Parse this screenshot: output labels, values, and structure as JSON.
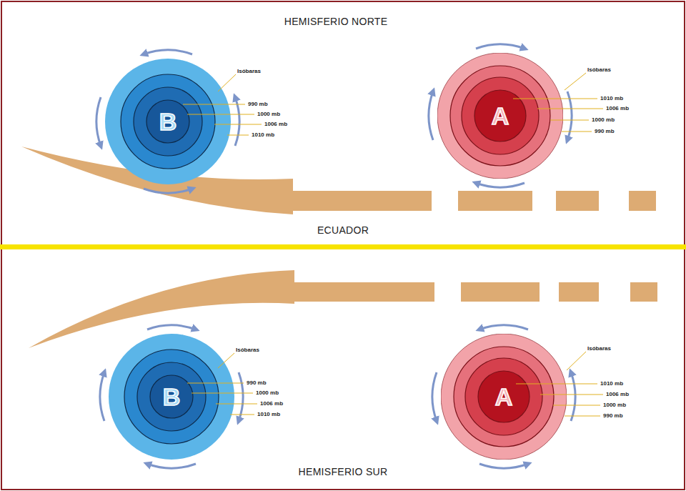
{
  "diagram": {
    "nodes": [
      {
        "text": [
          "B"
        ]
      },
      {
        "text": [
          "A"
        ]
      },
      {
        "text": [
          "B"
        ]
      },
      {
        "text": [
          "A"
        ]
      }
    ],
    "labels": [
      "HEMISFERIO NORTE",
      "Isóbaras",
      "990 mb",
      "1000 mb",
      "1006 mb",
      "1010 mb",
      "Isóbaras",
      "1010 mb",
      "1006 mb",
      "1000 mb",
      "990 mb",
      "ECUADOR",
      "Isóbaras",
      "990 mb",
      "1000 mb",
      "1006 mb",
      "1010 mb",
      "Isóbaras",
      "1010 mb",
      "1006 mb",
      "1000 mb",
      "990 mb",
      "HEMISFERIO SUR"
    ]
  }
}
